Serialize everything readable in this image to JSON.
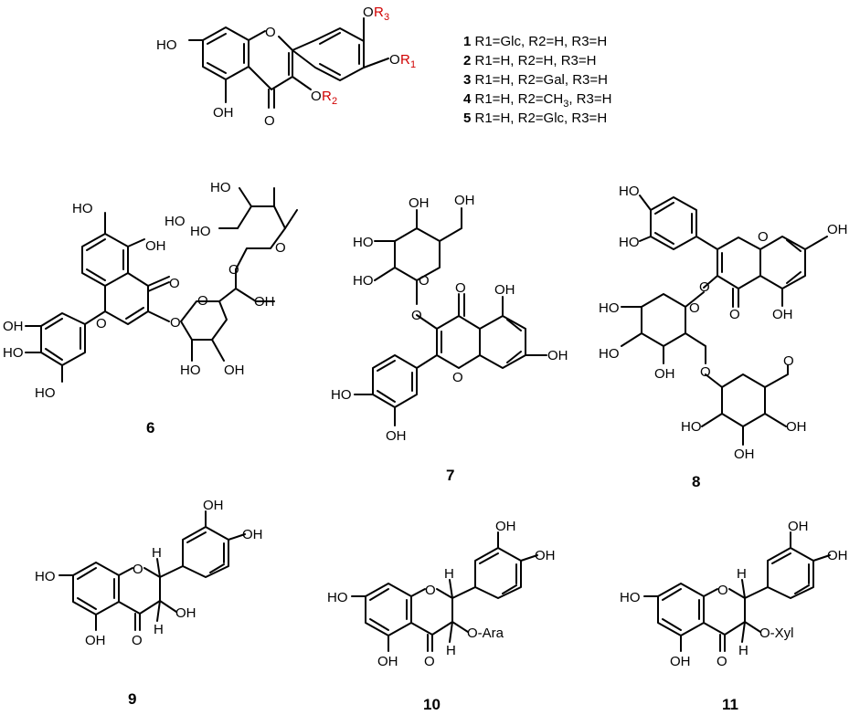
{
  "structure1": {
    "oh_7": "HO",
    "ring_o": "O",
    "oh_5": "OH",
    "carbonyl_o": "O",
    "or3_o": "O",
    "or3_r": "R",
    "or3_sub": "3",
    "or1_o": "O",
    "or1_r": "R",
    "or1_sub": "1",
    "or2_o": "O",
    "or2_r": "R",
    "or2_sub": "2"
  },
  "legend": [
    {
      "num": "1",
      "text": " R1=Glc, R2=H, R3=H"
    },
    {
      "num": "2",
      "text": " R1=H, R2=H, R3=H"
    },
    {
      "num": "3",
      "text": " R1=H, R2=Gal, R3=H"
    },
    {
      "num": "4",
      "text": " R1=H, R2=CH",
      "sub": "3",
      "tail": ", R3=H"
    },
    {
      "num": "5",
      "text": " R1=H, R2=Glc, R3=H"
    }
  ],
  "structure6": {
    "number": "6",
    "labels": {
      "ho_a": "HO",
      "oh_b": "OH",
      "o_c": "O",
      "o_ring": "O",
      "o_link": "O",
      "o_fur": "O",
      "oh_d": "OH",
      "oh_e": "OH",
      "ho_f": "HO",
      "ho_g": "HO",
      "ho_h": "HO",
      "oh_i": "OH",
      "ho_j": "HO",
      "ho_k": "HO",
      "o_l": "O",
      "o_m": "O",
      "ho_n": "HO"
    }
  },
  "structure7": {
    "number": "7",
    "labels": {
      "oh_a": "OH",
      "oh_b": "OH",
      "ho_c": "HO",
      "o_d": "O",
      "ho_e": "HO",
      "o_f": "O",
      "o_g": "O",
      "oh_h": "OH",
      "o_i": "O",
      "oh_j": "OH",
      "ho_k": "HO",
      "oh_l": "OH"
    }
  },
  "structure8": {
    "number": "8",
    "labels": {
      "ho_a": "HO",
      "ho_b": "HO",
      "o_c": "O",
      "oh_d": "OH",
      "o_e": "O",
      "o_f": "O",
      "oh_g": "OH",
      "ho_h": "HO",
      "o_i": "O",
      "ho_j": "HO",
      "oh_k": "OH",
      "o_l": "O",
      "o_m": "O",
      "ho_n": "HO",
      "oh_o": "OH",
      "oh_p": "OH"
    }
  },
  "structure9": {
    "number": "9",
    "labels": {
      "oh_a": "OH",
      "oh_b": "OH",
      "ho_c": "HO",
      "o_d": "O",
      "h_e": "H",
      "oh_f": "OH",
      "oh_g": "OH",
      "o_h": "O",
      "h_i": "H"
    }
  },
  "structure10": {
    "number": "10",
    "labels": {
      "oh_a": "OH",
      "oh_b": "OH",
      "ho_c": "HO",
      "o_d": "O",
      "h_e": "H",
      "o_ara": "O-Ara",
      "oh_g": "OH",
      "o_h": "O",
      "h_i": "H"
    }
  },
  "structure11": {
    "number": "11",
    "labels": {
      "oh_a": "OH",
      "oh_b": "OH",
      "ho_c": "HO",
      "o_d": "O",
      "h_e": "H",
      "o_xyl": "O-Xyl",
      "oh_g": "OH",
      "o_h": "O",
      "h_i": "H"
    }
  }
}
